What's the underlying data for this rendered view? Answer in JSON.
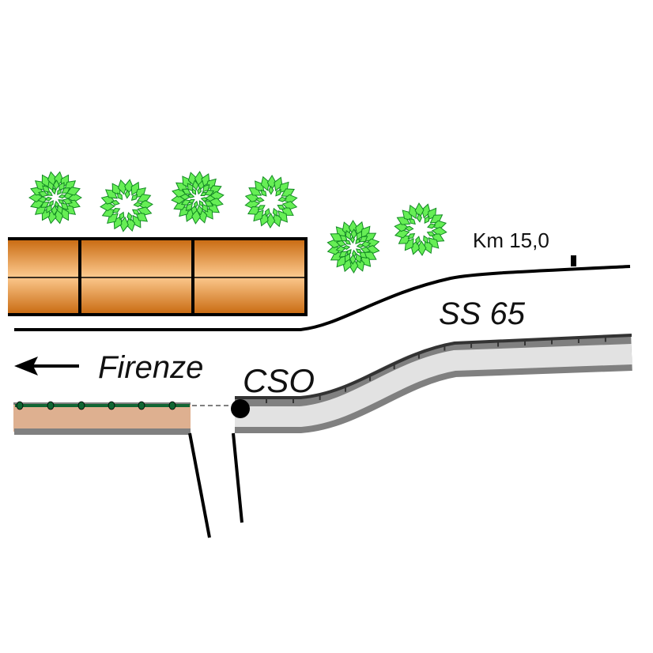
{
  "labels": {
    "direction": "Firenze",
    "outfall": "CSO",
    "road": "SS 65",
    "kilometre": "Km 15,0"
  },
  "icons": {
    "arrow": "arrow-left-icon",
    "tree": "tree-icon",
    "outfall_point": "outfall-dot-icon"
  },
  "colors": {
    "building": "#d27a1e",
    "building_light": "#fcc98e",
    "tree_leaf": "#66ee55",
    "tree_outline": "#128a22",
    "sidewalk": "#deb090",
    "sidewalk_line": "#116633",
    "road_edge": "#808080",
    "road_fill": "#e2e2e2"
  }
}
